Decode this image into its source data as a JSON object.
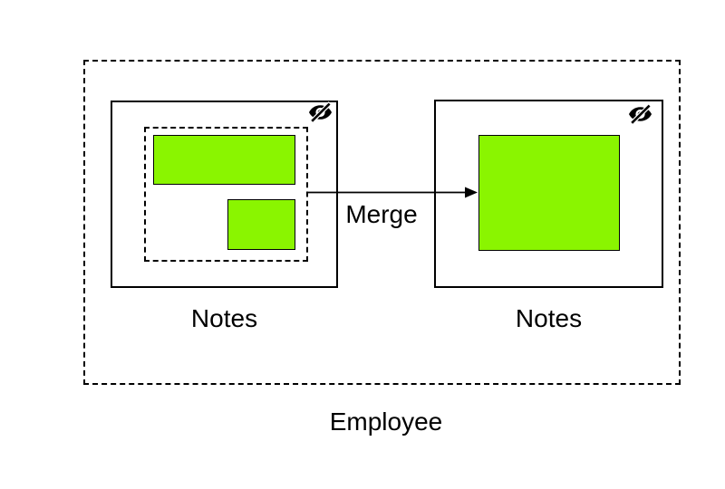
{
  "colors": {
    "note_green": "#8AF500",
    "stroke": "#000000",
    "canvas_bg": "#FFFFFF"
  },
  "diagram": {
    "employee": {
      "label": "Employee"
    },
    "left_note": {
      "label": "Notes",
      "visibility_icon": "eye-slash",
      "selection": "dashed-selection-around-two-notes"
    },
    "right_note": {
      "label": "Notes",
      "visibility_icon": "eye-slash"
    },
    "merge_arrow": {
      "label": "Merge"
    }
  }
}
